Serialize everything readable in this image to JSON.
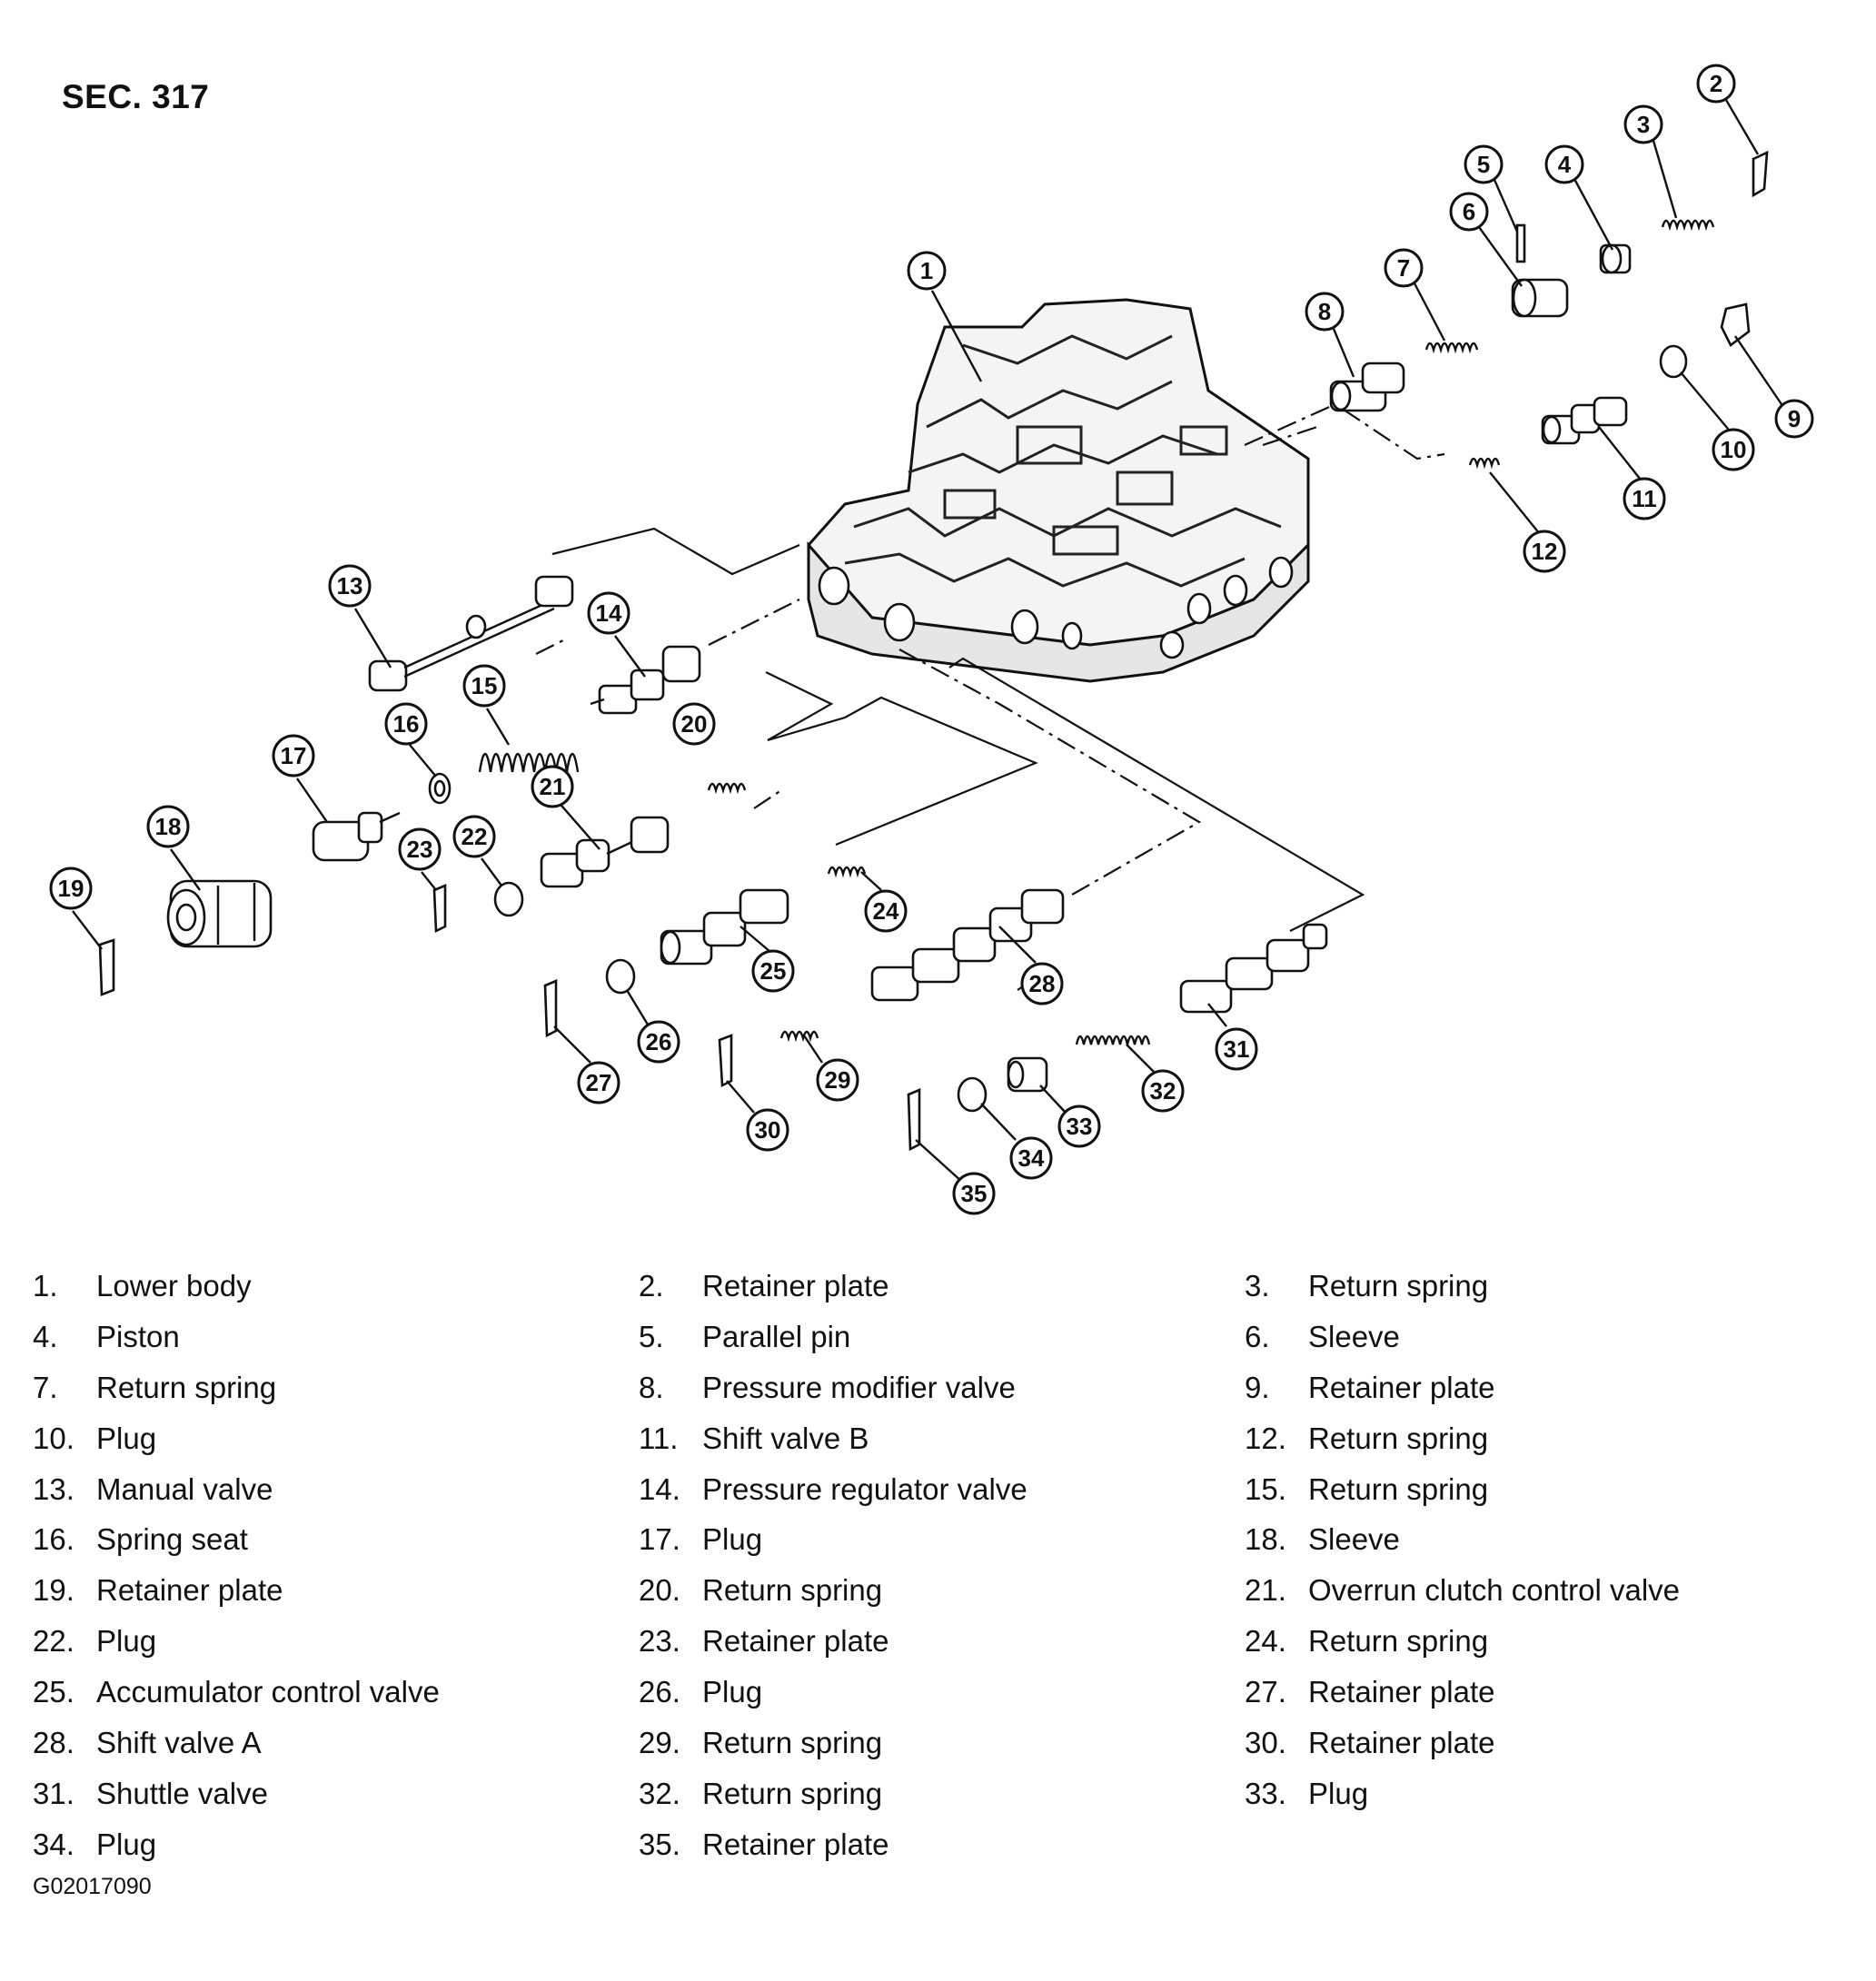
{
  "section_title": "SEC. 317",
  "figure_id": "G02017090",
  "callout_labels": [
    "1",
    "2",
    "3",
    "4",
    "5",
    "6",
    "7",
    "8",
    "9",
    "10",
    "11",
    "12",
    "13",
    "14",
    "15",
    "16",
    "17",
    "18",
    "19",
    "20",
    "21",
    "22",
    "23",
    "24",
    "25",
    "26",
    "27",
    "28",
    "29",
    "30",
    "31",
    "32",
    "33",
    "34",
    "35"
  ],
  "legend": [
    {
      "num": "1.",
      "name": "Lower body"
    },
    {
      "num": "2.",
      "name": "Retainer plate"
    },
    {
      "num": "3.",
      "name": "Return spring"
    },
    {
      "num": "4.",
      "name": "Piston"
    },
    {
      "num": "5.",
      "name": "Parallel pin"
    },
    {
      "num": "6.",
      "name": "Sleeve"
    },
    {
      "num": "7.",
      "name": "Return spring"
    },
    {
      "num": "8.",
      "name": "Pressure modifier valve"
    },
    {
      "num": "9.",
      "name": "Retainer plate"
    },
    {
      "num": "10.",
      "name": "Plug"
    },
    {
      "num": "11.",
      "name": "Shift valve B"
    },
    {
      "num": "12.",
      "name": "Return spring"
    },
    {
      "num": "13.",
      "name": "Manual valve"
    },
    {
      "num": "14.",
      "name": "Pressure regulator valve"
    },
    {
      "num": "15.",
      "name": "Return spring"
    },
    {
      "num": "16.",
      "name": "Spring seat"
    },
    {
      "num": "17.",
      "name": "Plug"
    },
    {
      "num": "18.",
      "name": "Sleeve"
    },
    {
      "num": "19.",
      "name": "Retainer plate"
    },
    {
      "num": "20.",
      "name": "Return spring"
    },
    {
      "num": "21.",
      "name": "Overrun clutch control valve"
    },
    {
      "num": "22.",
      "name": "Plug"
    },
    {
      "num": "23.",
      "name": "Retainer plate"
    },
    {
      "num": "24.",
      "name": "Return spring"
    },
    {
      "num": "25.",
      "name": "Accumulator control valve"
    },
    {
      "num": "26.",
      "name": "Plug"
    },
    {
      "num": "27.",
      "name": "Retainer plate"
    },
    {
      "num": "28.",
      "name": "Shift valve A"
    },
    {
      "num": "29.",
      "name": "Return spring"
    },
    {
      "num": "30.",
      "name": "Retainer plate"
    },
    {
      "num": "31.",
      "name": "Shuttle valve"
    },
    {
      "num": "32.",
      "name": "Return spring"
    },
    {
      "num": "33.",
      "name": "Plug"
    },
    {
      "num": "34.",
      "name": "Plug"
    },
    {
      "num": "35.",
      "name": "Retainer plate"
    }
  ]
}
